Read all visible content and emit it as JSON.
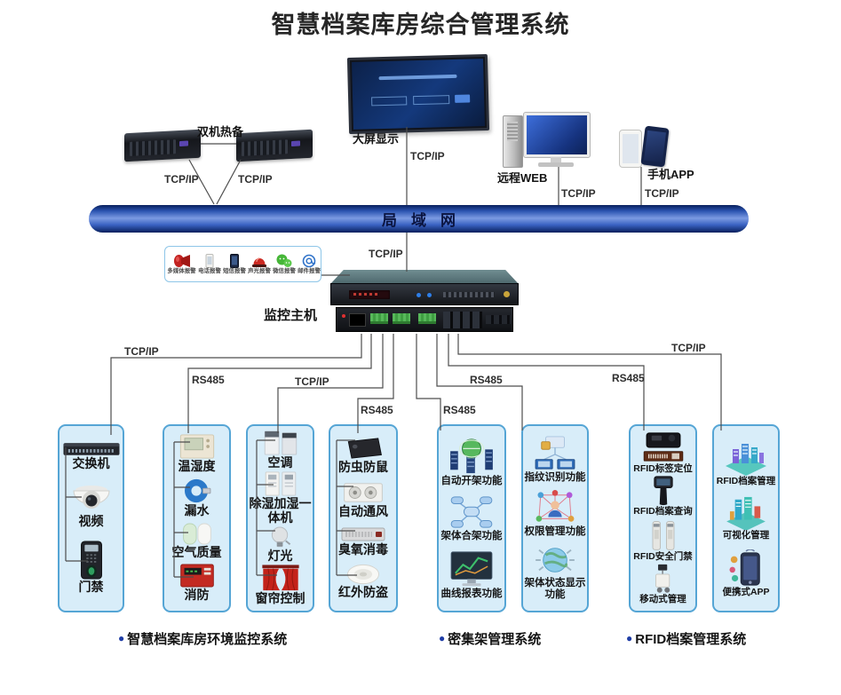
{
  "title": "智慧档案库房综合管理系统",
  "top": {
    "servers": {
      "label": "双机热备",
      "left_link": "TCP/IP",
      "right_link": "TCP/IP"
    },
    "big_screen": {
      "label": "大屏显示",
      "link": "TCP/IP"
    },
    "remote_web": {
      "label": "远程WEB",
      "link": "TCP/IP"
    },
    "mobile_app": {
      "label": "手机APP",
      "link": "TCP/IP"
    }
  },
  "bus": {
    "label": "局域网"
  },
  "host": {
    "label": "监控主机",
    "uplink": "TCP/IP"
  },
  "alarm_panel": {
    "items": [
      {
        "icon": "megaphone-icon",
        "label": "多媒体报警"
      },
      {
        "icon": "telephone-icon",
        "label": "电话报警"
      },
      {
        "icon": "sms-phone-icon",
        "label": "短信报警"
      },
      {
        "icon": "siren-icon",
        "label": "声光报警"
      },
      {
        "icon": "wechat-icon",
        "label": "微信报警"
      },
      {
        "icon": "email-icon",
        "label": "邮件报警"
      }
    ]
  },
  "links": {
    "panel1": "TCP/IP",
    "panel2": "RS485",
    "panel3": "TCP/IP",
    "panel4": "RS485",
    "panel5": "RS485",
    "panel6": "RS485",
    "panel7": "RS485",
    "panel8": "TCP/IP"
  },
  "panels": [
    {
      "items": [
        {
          "icon": "network-switch-icon",
          "label": "交换机"
        },
        {
          "icon": "dome-camera-icon",
          "label": "视频"
        },
        {
          "icon": "access-control-icon",
          "label": "门禁"
        }
      ]
    },
    {
      "items": [
        {
          "icon": "thermostat-icon",
          "label": "温湿度"
        },
        {
          "icon": "water-leak-icon",
          "label": "漏水"
        },
        {
          "icon": "air-quality-icon",
          "label": "空气质量"
        },
        {
          "icon": "fire-alarm-icon",
          "label": "消防"
        }
      ]
    },
    {
      "items": [
        {
          "icon": "air-conditioner-icon",
          "label": "空调"
        },
        {
          "icon": "dehumidifier-icon",
          "label": "除湿加湿一体机"
        },
        {
          "icon": "light-bulb-icon",
          "label": "灯光"
        },
        {
          "icon": "curtain-icon",
          "label": "窗帘控制"
        }
      ]
    },
    {
      "items": [
        {
          "icon": "pest-control-icon",
          "label": "防虫防鼠"
        },
        {
          "icon": "ventilation-icon",
          "label": "自动通风"
        },
        {
          "icon": "ozone-icon",
          "label": "臭氧消毒"
        },
        {
          "icon": "infrared-detector-icon",
          "label": "红外防盗"
        }
      ]
    },
    {
      "items": [
        {
          "icon": "auto-shelf-icon",
          "label": "自动开架功能"
        },
        {
          "icon": "shelf-merge-icon",
          "label": "架体合架功能"
        },
        {
          "icon": "report-chart-icon",
          "label": "曲线报表功能"
        }
      ]
    },
    {
      "items": [
        {
          "icon": "fingerprint-auth-icon",
          "label": "指纹识别功能"
        },
        {
          "icon": "permission-icon",
          "label": "权限管理功能"
        },
        {
          "icon": "shelf-status-icon",
          "label": "架体状态显示功能"
        }
      ]
    },
    {
      "items": [
        {
          "icon": "label-printer-icon",
          "label": "RFID标签定位"
        },
        {
          "icon": "handheld-reader-icon",
          "label": "RFID档案查询"
        },
        {
          "icon": "security-gate-icon",
          "label": "RFID安全门禁"
        },
        {
          "icon": "mobile-cart-icon",
          "label": "移动式管理"
        }
      ]
    },
    {
      "items": [
        {
          "icon": "archive-city-icon",
          "label": "RFID档案管理"
        },
        {
          "icon": "visual-mgmt-icon",
          "label": "可视化管理"
        },
        {
          "icon": "portable-app-icon",
          "label": "便携式APP"
        }
      ]
    }
  ],
  "groups": [
    {
      "bullet": "●",
      "label": "智慧档案库房环境监控系统"
    },
    {
      "bullet": "●",
      "label": "密集架管理系统"
    },
    {
      "bullet": "●",
      "label": "RFID档案管理系统"
    }
  ],
  "colors": {
    "bus_blue": "#2b55b4",
    "panel_fill": "#d8edf9",
    "panel_border": "#55a5d5",
    "bullet_blue": "#1f3da6",
    "line_gray": "#4d4d4d"
  }
}
